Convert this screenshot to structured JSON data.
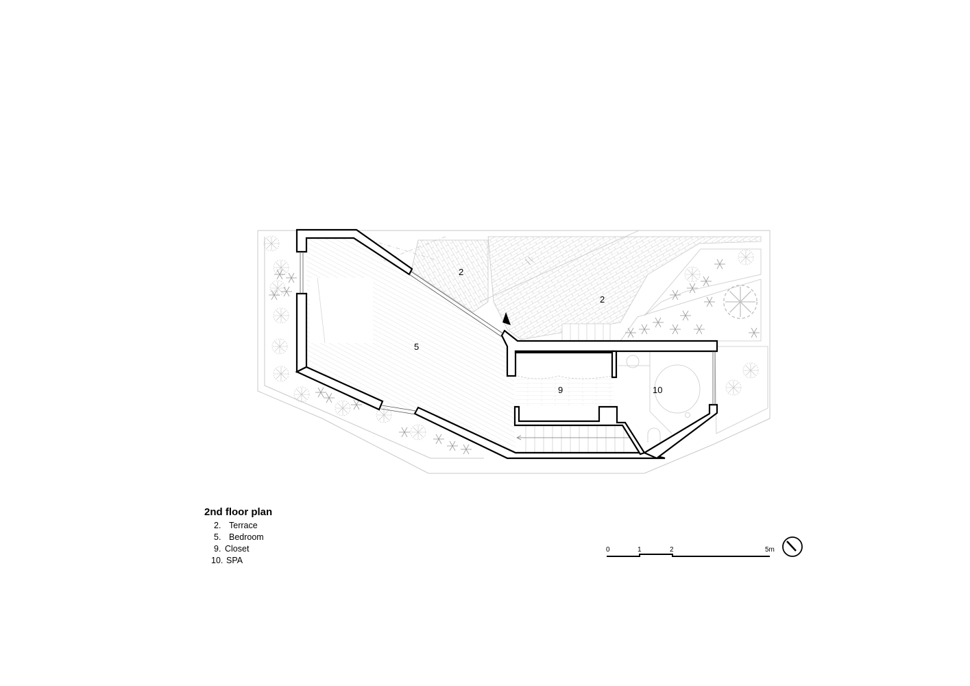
{
  "drawing": {
    "title": "2nd floor plan",
    "rooms": [
      {
        "number": "2",
        "label": "2",
        "name": "Terrace"
      },
      {
        "number": "2",
        "label": "2",
        "name": "Terrace"
      },
      {
        "number": "5",
        "label": "5",
        "name": "Bedroom"
      },
      {
        "number": "9",
        "label": "9",
        "name": "Closet"
      },
      {
        "number": "10",
        "label": "10",
        "name": "SPA"
      }
    ]
  },
  "legend": {
    "title": "2nd floor plan",
    "items": [
      {
        "num": "2.",
        "name": "Terrace"
      },
      {
        "num": "5.",
        "name": "Bedroom"
      },
      {
        "num": "9.",
        "name": "Closet"
      },
      {
        "num": "10.",
        "name": "SPA"
      }
    ]
  },
  "scale_bar": {
    "ticks": [
      "0",
      "1",
      "2",
      "5m"
    ],
    "unit": "m"
  },
  "north_arrow": {
    "icon": "north-arrow-icon"
  },
  "colors": {
    "wall": "#000000",
    "line": "#bfbfbf",
    "hatch": "#d9d9d9",
    "background": "#ffffff"
  }
}
